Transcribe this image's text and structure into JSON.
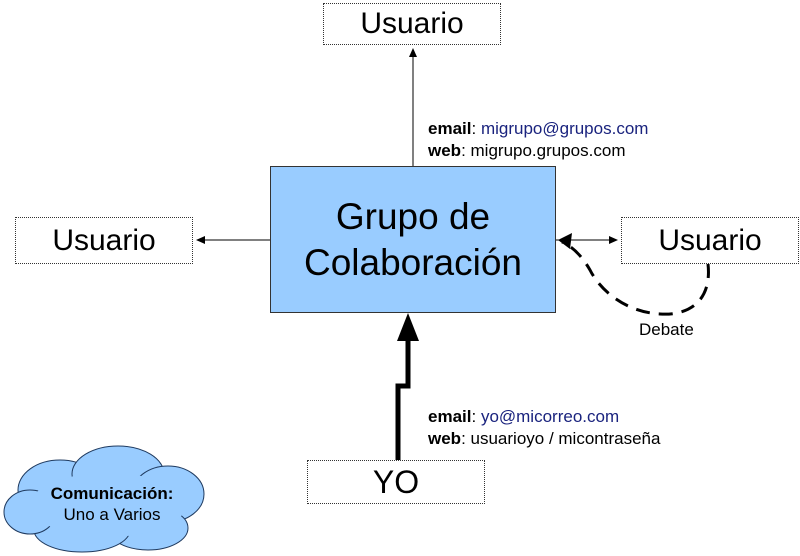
{
  "diagram": {
    "group": {
      "line1": "Grupo de",
      "line2": "Colaboración"
    },
    "users": {
      "top": "Usuario",
      "left": "Usuario",
      "right": "Usuario"
    },
    "yo": "YO",
    "group_info": {
      "email_label": "email",
      "email_value": "migrupo@grupos.com",
      "web_label": "web",
      "web_value": "migrupo.grupos.com"
    },
    "yo_info": {
      "email_label": "email",
      "email_value": "yo@micorreo.com",
      "web_label": "web",
      "web_value": "usuarioyo / micontraseña"
    },
    "debate": "Debate",
    "cloud": {
      "title": "Comunicación",
      "subtitle": "Uno a Varios"
    }
  },
  "colors": {
    "group_fill": "#99ccff",
    "cloud_fill": "#99ccff",
    "link_text": "#1a237e"
  }
}
